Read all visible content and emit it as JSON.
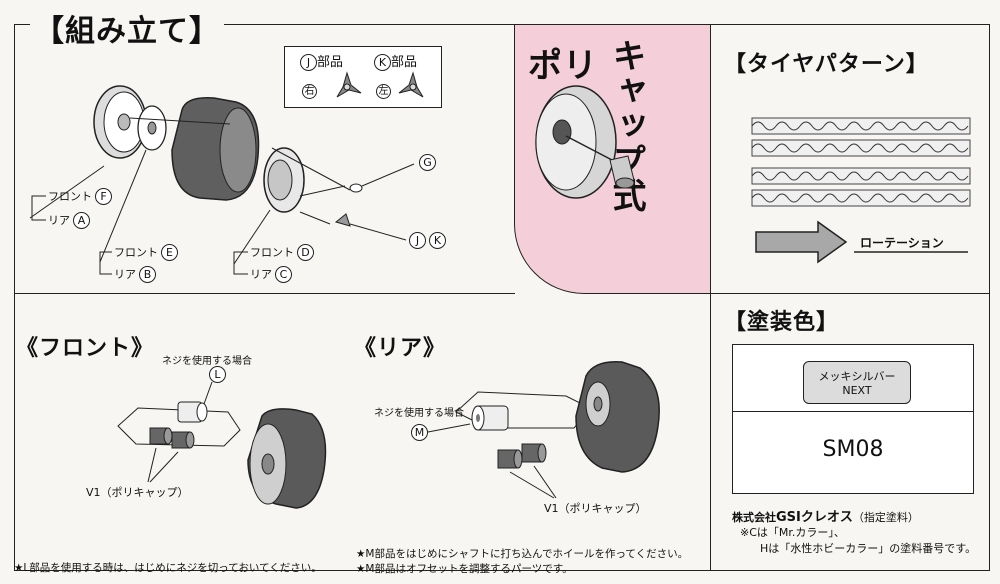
{
  "assembly": {
    "title": "【組み立て】",
    "parts_box": {
      "j_label": "J",
      "j_text": "部品",
      "k_label": "K",
      "k_text": "部品",
      "right": "右",
      "left": "左"
    },
    "labels": {
      "front": "フロント",
      "rear": "リア",
      "F": "F",
      "A": "A",
      "E": "E",
      "B": "B",
      "D": "D",
      "C": "C",
      "G": "G",
      "J": "J",
      "K": "K"
    }
  },
  "polycap": {
    "title_line1": "ポリ",
    "title_line2": "キャップ式"
  },
  "tire_pattern": {
    "title": "【タイヤパターン】",
    "rotation": "ローテーション"
  },
  "front_section": {
    "title": "《フロント》",
    "screw_note": "ネジを使用する場合",
    "L": "L",
    "v1": "V1（ポリキャップ）"
  },
  "rear_section": {
    "title": "《リア》",
    "screw_note": "ネジを使用する場合",
    "M": "M",
    "v1": "V1（ポリキャップ）"
  },
  "paint": {
    "title": "【塗装色】",
    "name": "メッキシルバーNEXT",
    "code": "SM08",
    "maker_prefix": "株式会社",
    "maker_brand": "GSIクレオス",
    "maker_suffix": "（指定塗料）",
    "note1": "※Cは「Mr.カラー」、",
    "note2": "Hは「水性ホビーカラー」の塗料番号です。"
  },
  "footnotes": {
    "left": "★L部品を使用する時は、はじめにネジを切っておいてください。",
    "mid1": "★M部品をはじめにシャフトに打ち込んでホイールを作ってください。",
    "mid2": "★M部品はオフセットを調整するパーツです。"
  }
}
